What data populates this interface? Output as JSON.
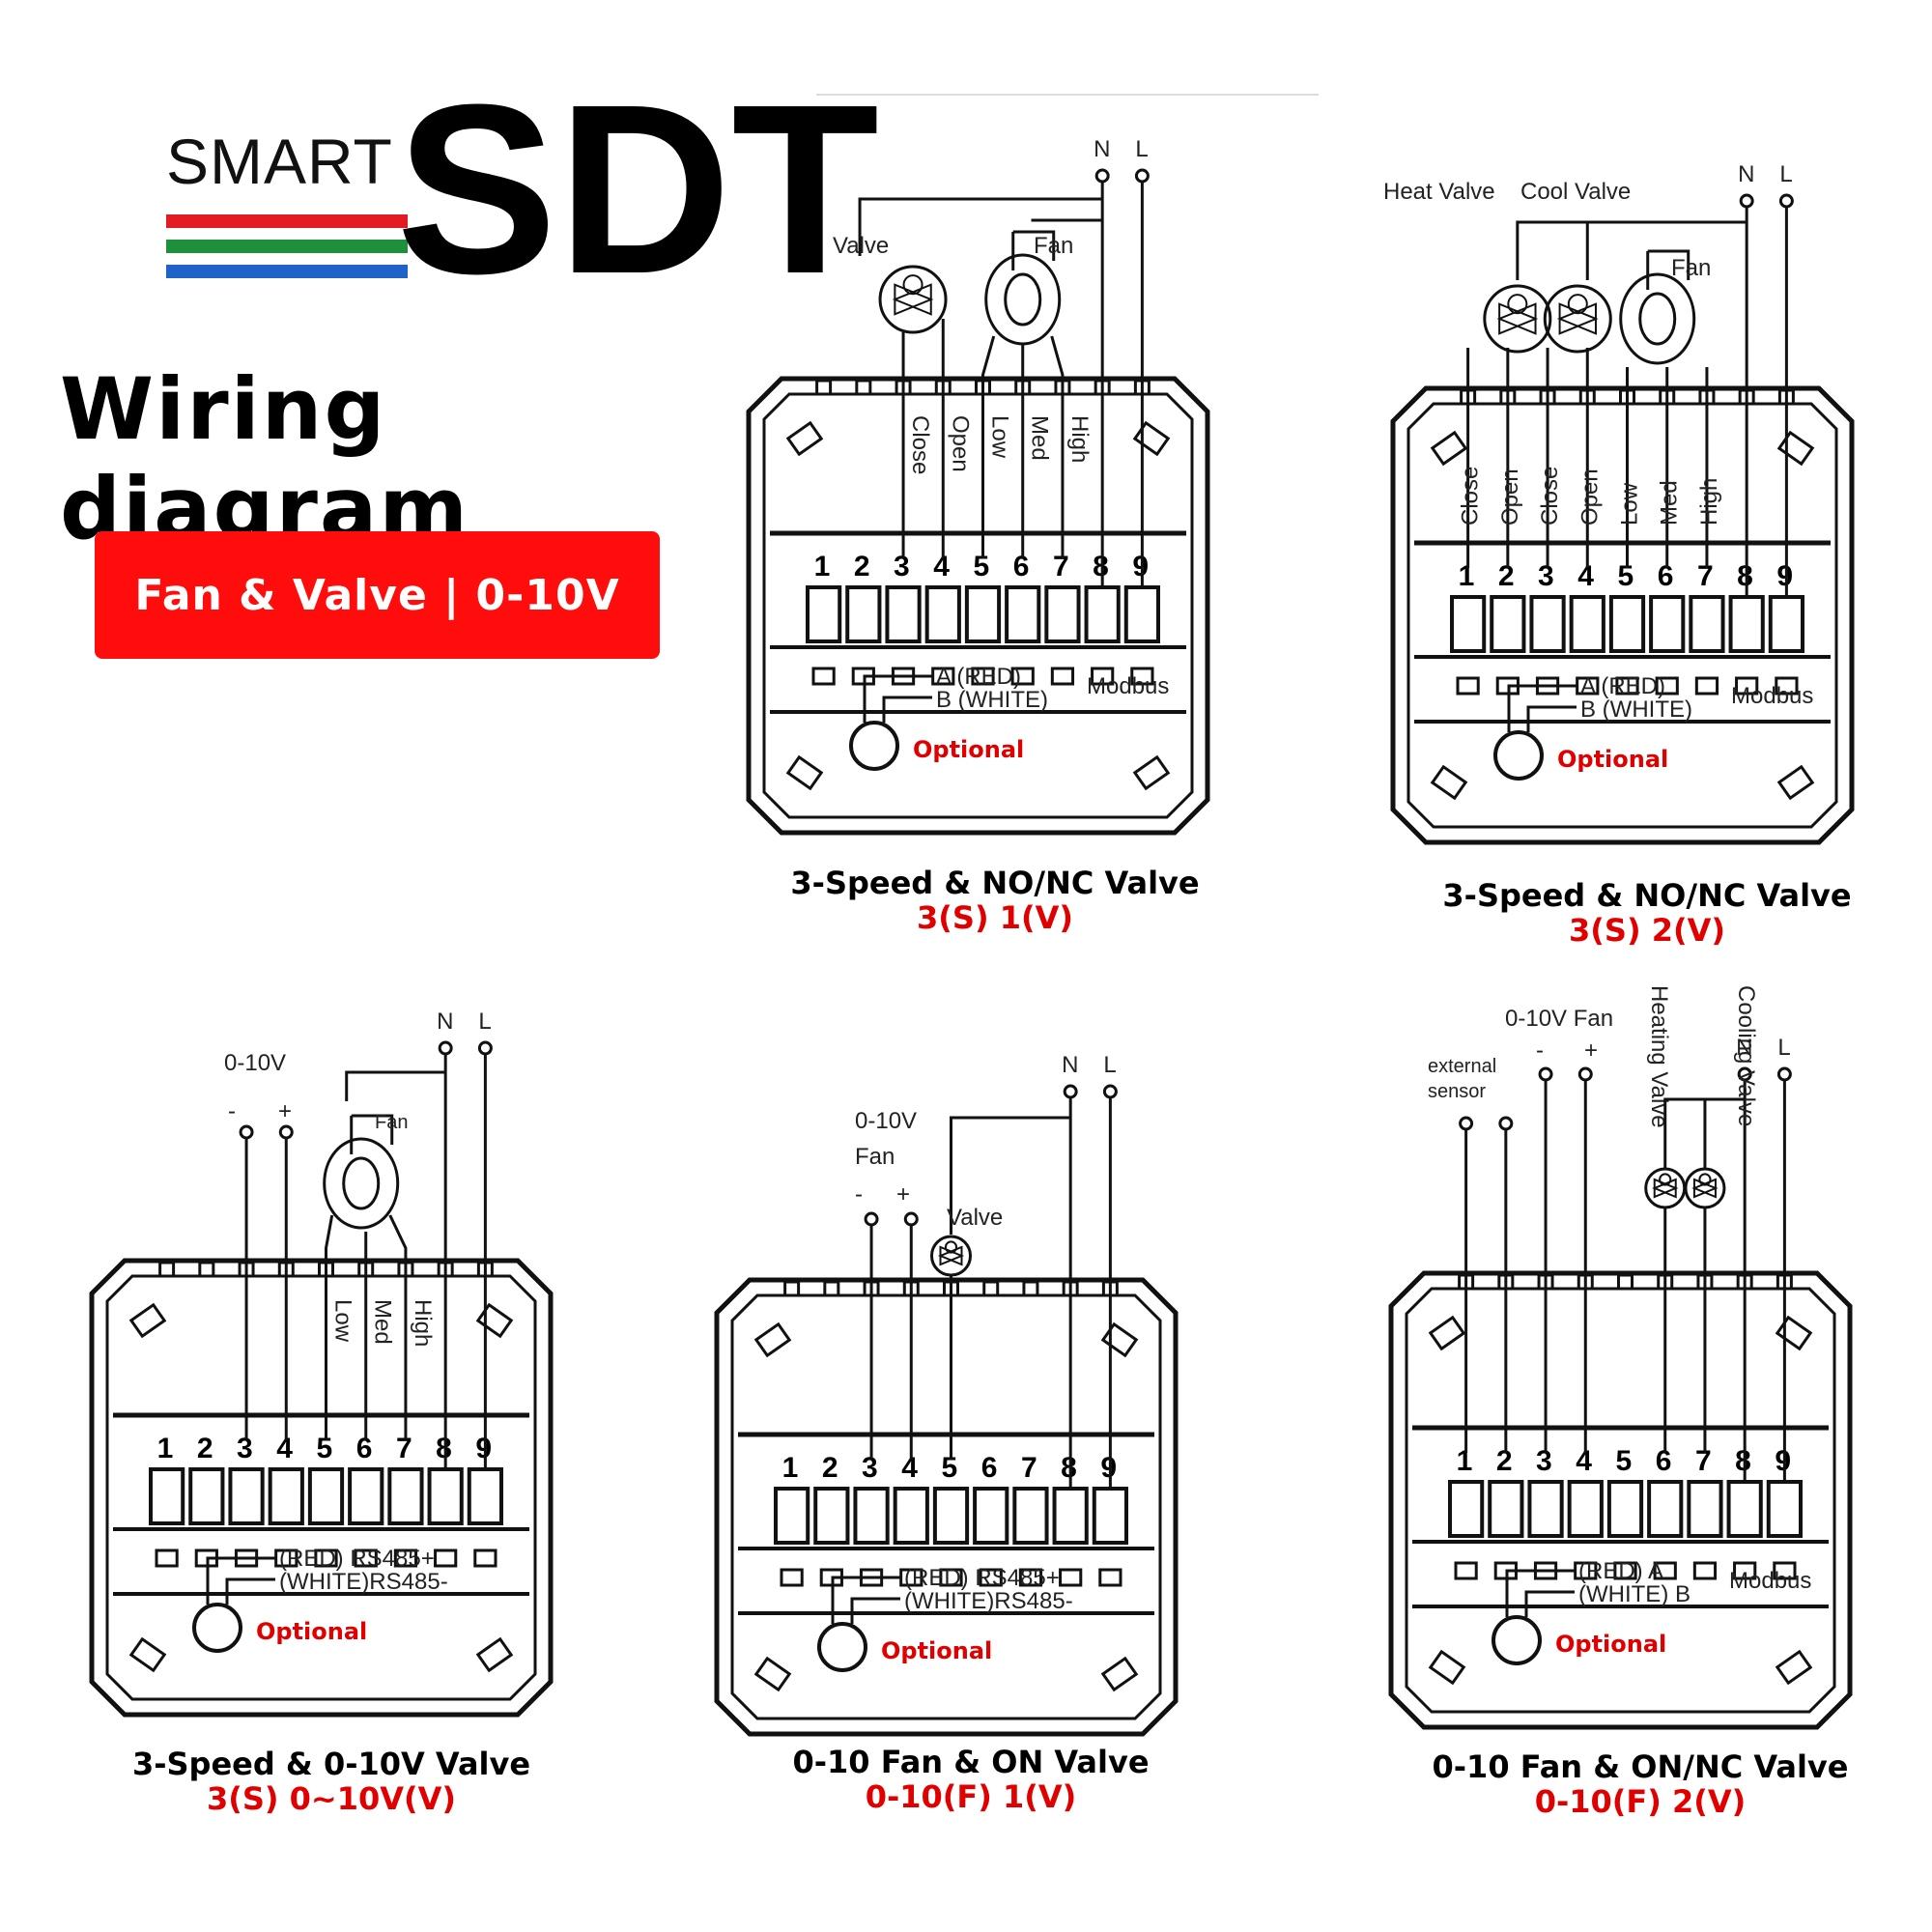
{
  "brand": {
    "smart": "SMART",
    "sdt": "SDT",
    "stripe_colors": [
      "#e31b23",
      "#1e8f3a",
      "#1f63c9"
    ]
  },
  "page_title": "Wiring diagram",
  "badge": {
    "text": "Fan & Valve | 0-10V",
    "color": "#ff0d0d"
  },
  "terminal_numbers": [
    "1",
    "2",
    "3",
    "4",
    "5",
    "6",
    "7",
    "8",
    "9"
  ],
  "diagrams": [
    {
      "id": "d1",
      "caption": "3-Speed & NO/NC Valve",
      "code": "3(S) 1(V)",
      "power": [
        "N",
        "L"
      ],
      "devices": [
        "Valve",
        "Fan"
      ],
      "terminal_labels": [
        "Close",
        "Open",
        "Low",
        "Med",
        "High"
      ],
      "comm": {
        "line_a": "A (RED)",
        "line_b": "B (WHITE)",
        "protocol": "Modbus"
      },
      "optional": "Optional"
    },
    {
      "id": "d2",
      "caption": "3-Speed & NO/NC Valve",
      "code": "3(S) 2(V)",
      "power": [
        "N",
        "L"
      ],
      "devices": [
        "Heat Valve",
        "Cool Valve",
        "Fan"
      ],
      "terminal_labels": [
        "Close",
        "Open",
        "Close",
        "Open",
        "Low",
        "Med",
        "High"
      ],
      "comm": {
        "line_a": "A (RED)",
        "line_b": "B (WHITE)",
        "protocol": "Modbus"
      },
      "optional": "Optional"
    },
    {
      "id": "d3",
      "caption": "3-Speed & 0-10V Valve",
      "code": "3(S) 0~10V(V)",
      "power": [
        "N",
        "L"
      ],
      "signal": {
        "label": "0-10V",
        "minus": "-",
        "plus": "+"
      },
      "devices": [
        "Fan"
      ],
      "terminal_labels": [
        "Low",
        "Med",
        "High"
      ],
      "comm": {
        "line_a": "(RED) RS485+",
        "line_b": "(WHITE)RS485-"
      },
      "optional": "Optional"
    },
    {
      "id": "d4",
      "caption": "0-10 Fan & ON Valve",
      "code": "0-10(F) 1(V)",
      "power": [
        "N",
        "L"
      ],
      "signal": {
        "label": "0-10V",
        "label2": "Fan",
        "minus": "-",
        "plus": "+"
      },
      "devices": [
        "Valve"
      ],
      "comm": {
        "line_a": "(RED) RS485+",
        "line_b": "(WHITE)RS485-"
      },
      "optional": "Optional"
    },
    {
      "id": "d5",
      "caption": "0-10 Fan & ON/NC Valve",
      "code": "0-10(F) 2(V)",
      "power": [
        "N",
        "L"
      ],
      "sensor": {
        "line1": "external",
        "line2": "sensor"
      },
      "signal": {
        "label": "0-10V Fan",
        "minus": "-",
        "plus": "+"
      },
      "devices": [
        "Heating Valve",
        "Cooling Valve"
      ],
      "comm": {
        "line_a": "(RED) A",
        "line_b": "(WHITE) B",
        "protocol": "Modbus"
      },
      "optional": "Optional"
    }
  ]
}
